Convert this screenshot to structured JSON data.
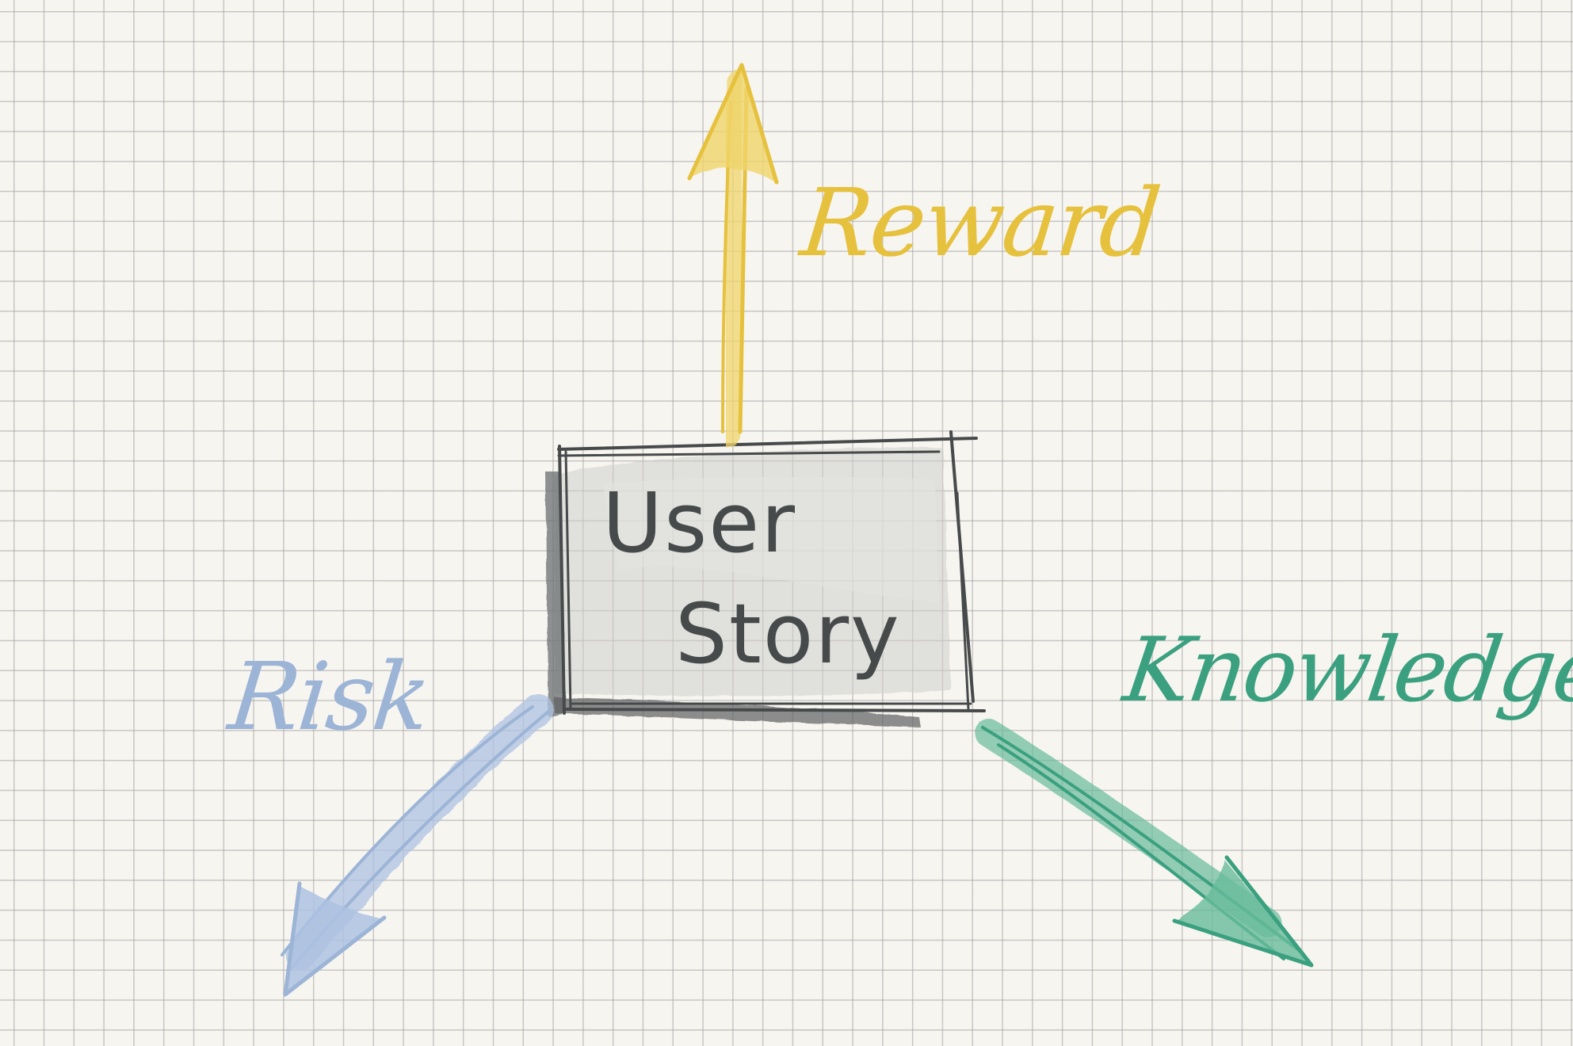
{
  "diagram": {
    "center": {
      "line1": "User",
      "line2": "Story"
    },
    "arrows": {
      "up": {
        "label": "Reward",
        "color": "#e6c13d"
      },
      "down_left": {
        "label": "Risk",
        "color": "#9cb4d6"
      },
      "down_right": {
        "label": "Knowledge",
        "color": "#3aa07f"
      }
    },
    "colors": {
      "box_stroke": "#474a4b",
      "box_fill": "#d9d9d6",
      "paper": "#f7f5f0",
      "grid": "#a0a0a0"
    }
  }
}
